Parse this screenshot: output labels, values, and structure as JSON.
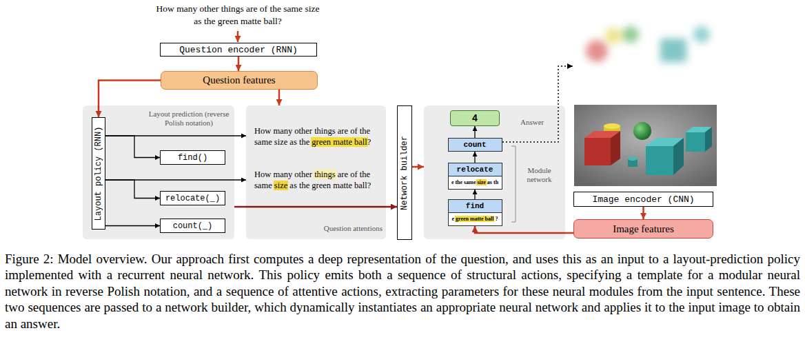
{
  "diagram": {
    "caption": "Figure 2: Model overview. Our approach first computes a deep representation of the question, and uses this as an input to a layout-prediction policy implemented with a recurrent neural network. This policy emits both a sequence of structural actions, specifying a template for a modular neural network in reverse Polish notation, and a sequence of attentive actions, extracting parameters for these neural modules from the input sentence. These two sequences are passed to a network builder, which dynamically instantiates an appropriate neural network and applies it to the input image to obtain an answer.",
    "nodes": [
      {
        "text": [
          "Question encoder (RNN)"
        ]
      },
      {
        "text": [
          "Question features"
        ]
      },
      {
        "text": [
          "Layout prediction (reverse Polish notation)"
        ]
      },
      {
        "text": [
          "Layout policy (RNN)"
        ],
        "in": 2
      },
      {
        "text": [
          "find()"
        ],
        "in": 2
      },
      {
        "text": [
          "relocate(_)"
        ],
        "in": 2
      },
      {
        "text": [
          "count(_)"
        ],
        "in": 2
      },
      {
        "text": [
          "How many other things are of the same size as the green matte ball?",
          "How many other things are of the same size as the green matte ball?",
          "Question attentions"
        ]
      },
      {
        "text": [
          "Network builder"
        ]
      },
      {
        "text": [
          "Answer",
          "Module network"
        ]
      },
      {
        "text": [
          "4"
        ],
        "in": 9
      },
      {
        "text": [
          "count"
        ],
        "in": 9
      },
      {
        "text": [
          "relocate",
          "e the same size as th"
        ],
        "in": 9
      },
      {
        "text": [
          "find",
          "e green matte ball ?"
        ],
        "in": 9
      },
      {
        "text": [
          "Image encoder (CNN)"
        ]
      },
      {
        "text": [
          "Image features"
        ]
      }
    ],
    "edges": [
      {
        "from": 0,
        "to": 1,
        "arrow": "to"
      },
      {
        "from": 1,
        "to": 3,
        "arrow": "to"
      },
      {
        "from": 1,
        "to": 7,
        "arrow": "to"
      },
      {
        "from": 3,
        "to": 4,
        "arrow": "to"
      },
      {
        "from": 3,
        "to": 7,
        "arrow": "to"
      },
      {
        "from": 3,
        "to": 5,
        "arrow": "to"
      },
      {
        "from": 3,
        "to": 7,
        "arrow": "to"
      },
      {
        "from": 3,
        "to": 6,
        "arrow": "to"
      },
      {
        "from": 2,
        "to": 8,
        "arrow": "to"
      },
      {
        "from": 8,
        "to": 9,
        "arrow": "to"
      },
      {
        "from": 13,
        "to": 12,
        "arrow": "to"
      },
      {
        "from": 12,
        "to": 11,
        "arrow": "to"
      },
      {
        "from": 11,
        "to": 10,
        "arrow": "to"
      },
      {
        "from": 14,
        "to": 15,
        "arrow": "to"
      },
      {
        "from": 15,
        "to": 13,
        "arrow": "to"
      }
    ],
    "labels": [
      "How many other things are of the same size as the green matte ball?"
    ]
  }
}
